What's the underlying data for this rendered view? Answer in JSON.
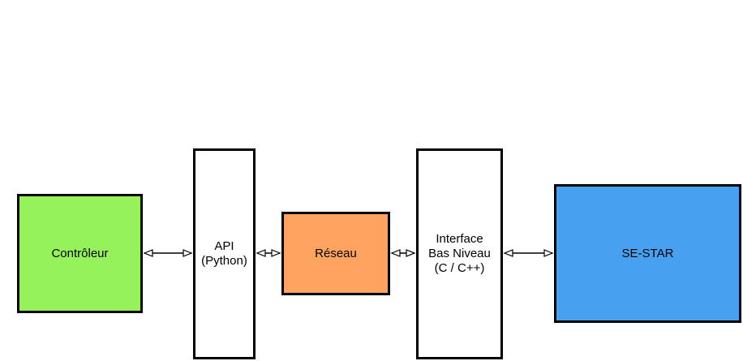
{
  "boxes": {
    "controleur": {
      "label": "Contrôleur",
      "color": "#95f25a"
    },
    "api": {
      "label": "API\n(Python)",
      "color": "#ffffff"
    },
    "reseau": {
      "label": "Réseau",
      "color": "#ffa460"
    },
    "interface": {
      "label": "Interface\nBas Niveau\n(C / C++)",
      "color": "#ffffff"
    },
    "sestar": {
      "label": "SE-STAR",
      "color": "#48a0f0"
    }
  },
  "connector_color": "#000000"
}
